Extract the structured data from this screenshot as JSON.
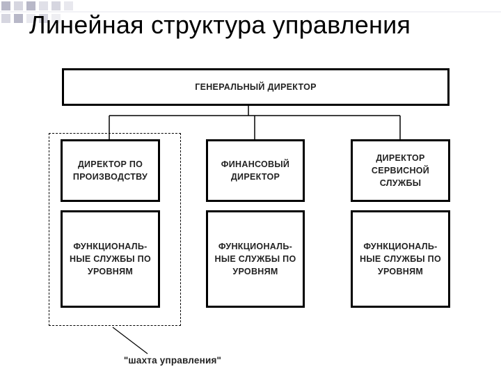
{
  "slide": {
    "title": "Линейная структура управления"
  },
  "diagram": {
    "top": {
      "label": "ГЕНЕРАЛЬНЫЙ ДИРЕКТОР"
    },
    "columns": [
      {
        "director": "ДИРЕКТОР ПО\nПРОИЗВОДСТВУ",
        "services": "ФУНКЦИОНАЛЬ-\nНЫЕ СЛУЖБЫ ПО\nУРОВНЯМ"
      },
      {
        "director": "ФИНАНСОВЫЙ\nДИРЕКТОР",
        "services": "ФУНКЦИОНАЛЬ-\nНЫЕ СЛУЖБЫ ПО\nУРОВНЯМ"
      },
      {
        "director": "ДИРЕКТОР\nСЕРВИСНОЙ\nСЛУЖБЫ",
        "services": "ФУНКЦИОНАЛЬ-\nНЫЕ СЛУЖБЫ ПО\nУРОВНЯМ"
      }
    ],
    "callout": "\"шахта управления\""
  },
  "colors": {
    "squares": [
      "#b8b8c8",
      "#d6d6e0",
      "#e8e8ee"
    ]
  }
}
